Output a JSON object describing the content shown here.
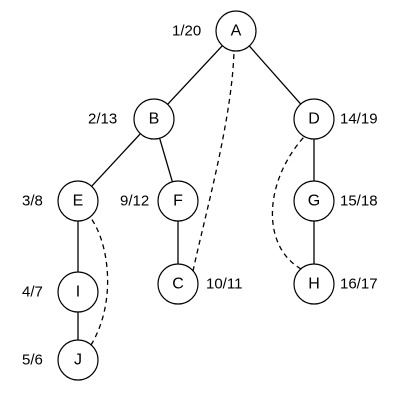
{
  "nodes": [
    {
      "id": "A",
      "label": "A",
      "time": "1/20"
    },
    {
      "id": "B",
      "label": "B",
      "time": "2/13"
    },
    {
      "id": "D",
      "label": "D",
      "time": "14/19"
    },
    {
      "id": "E",
      "label": "E",
      "time": "3/8"
    },
    {
      "id": "F",
      "label": "F",
      "time": "9/12"
    },
    {
      "id": "G",
      "label": "G",
      "time": "15/18"
    },
    {
      "id": "I",
      "label": "I",
      "time": "4/7"
    },
    {
      "id": "C",
      "label": "C",
      "time": "10/11"
    },
    {
      "id": "H",
      "label": "H",
      "time": "16/17"
    },
    {
      "id": "J",
      "label": "J",
      "time": "5/6"
    }
  ],
  "edges": [
    {
      "from": "A",
      "to": "B",
      "style": "solid"
    },
    {
      "from": "A",
      "to": "D",
      "style": "solid"
    },
    {
      "from": "B",
      "to": "E",
      "style": "solid"
    },
    {
      "from": "B",
      "to": "F",
      "style": "solid"
    },
    {
      "from": "E",
      "to": "I",
      "style": "solid"
    },
    {
      "from": "I",
      "to": "J",
      "style": "solid"
    },
    {
      "from": "F",
      "to": "C",
      "style": "solid"
    },
    {
      "from": "D",
      "to": "G",
      "style": "solid"
    },
    {
      "from": "G",
      "to": "H",
      "style": "solid"
    },
    {
      "from": "C",
      "to": "A",
      "style": "dashed"
    },
    {
      "from": "J",
      "to": "E",
      "style": "dashed"
    },
    {
      "from": "H",
      "to": "D",
      "style": "dashed"
    }
  ]
}
